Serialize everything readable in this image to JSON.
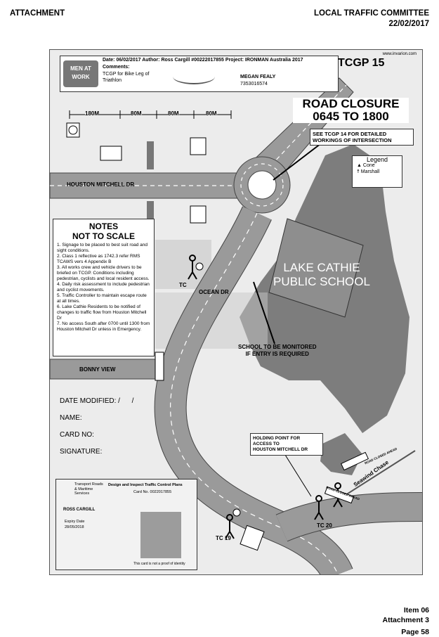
{
  "header": {
    "left": "ATTACHMENT",
    "right_line1": "LOCAL TRAFFIC COMMITTEE",
    "right_line2": "22/02/2017"
  },
  "footer": {
    "item": "Item 06",
    "attachment": "Attachment 3",
    "page": "Page 58"
  },
  "plan": {
    "logo_text": "MEN AT WORK",
    "title_block": {
      "date_label": "Date:",
      "date": "06/02/2017",
      "author_label": "Author:",
      "author": "Ross Cargill #00222017855",
      "project_label": "Project:",
      "project": "IRONMAN Australia 2017",
      "comments_label": "Comments:",
      "comments": "TCGP for Bike Leg of Triathlon",
      "approver_name": "MEGAN FEALY",
      "approver_number": "7353016574"
    },
    "watermark_url": "www.invarion.com",
    "plan_id": "TCGP 15",
    "closure_title": "ROAD CLOSURE",
    "closure_time": "0645 TO 1800",
    "see_note": "SEE TCGP 14 FOR DETAILED WORKINGS OF INTERSECTION",
    "distances": [
      "180M",
      "80M",
      "80M",
      "80M"
    ],
    "legend": {
      "title": "Legend",
      "items": [
        "Cone",
        "Marshall"
      ]
    },
    "roads": {
      "houston": "HOUSTON MITCHELL DR",
      "ocean": "OCEAN DR",
      "bonny": "BONNY VIEW",
      "seawind": "Seawind Chase"
    },
    "school": {
      "line1": "LAKE CATHIE",
      "line2": "PUBLIC SCHOOL"
    },
    "school_note": {
      "line1": "SCHOOL TO BE MONITORED",
      "line2": "IF ENTRY IS REQUIRED"
    },
    "holding_point": {
      "line1": "HOLDING POINT FOR",
      "line2": "ACCESS TO",
      "line3": "HOUSTON MITCHELL DR"
    },
    "controllers": [
      "TC",
      "TC 19",
      "TC 20"
    ],
    "notes": {
      "title": "NOTES",
      "subtitle": "NOT TO SCALE",
      "items": [
        "1. Signage to be placed to best suit road and sight conditions.",
        "2. Class 1 reflective as 1742.3 refer RMS TCAWS vers 4 Appendix B",
        "3. All works crew and vehicle drivers to be briefed on TCGP. Conditions including pedestrian, cyclists and local resident access.",
        "4. Daily risk assessment to include pedestrian and cyclist movements.",
        "5. Traffic Controller to maintain escape route at all times.",
        "6. Lake Cathie Residents to be notified of changes to traffic flow from Houston Mitchell Dr",
        "7. No access South after 0700 until 1300 from Houston Mitchell Dr unless in Emergency."
      ]
    },
    "form": {
      "date_modified": "DATE MODIFIED:",
      "date_sep": "/      /",
      "name": "NAME:",
      "card": "CARD NO:",
      "signature": "SIGNATURE:"
    },
    "card": {
      "org": "Transport Roads & Maritime Services",
      "title": "Design and Inspect Traffic Control Plans",
      "card_no_label": "Card No.",
      "card_no": "0022017855",
      "holder": "ROSS CARGILL",
      "expiry_label": "Expiry Date",
      "expiry": "28/05/2018",
      "footer": "This card is not a proof of identity"
    },
    "signs": [
      "ROAD CLOSED AHEAD",
      "ROAD CLOSED AHEAD"
    ]
  }
}
